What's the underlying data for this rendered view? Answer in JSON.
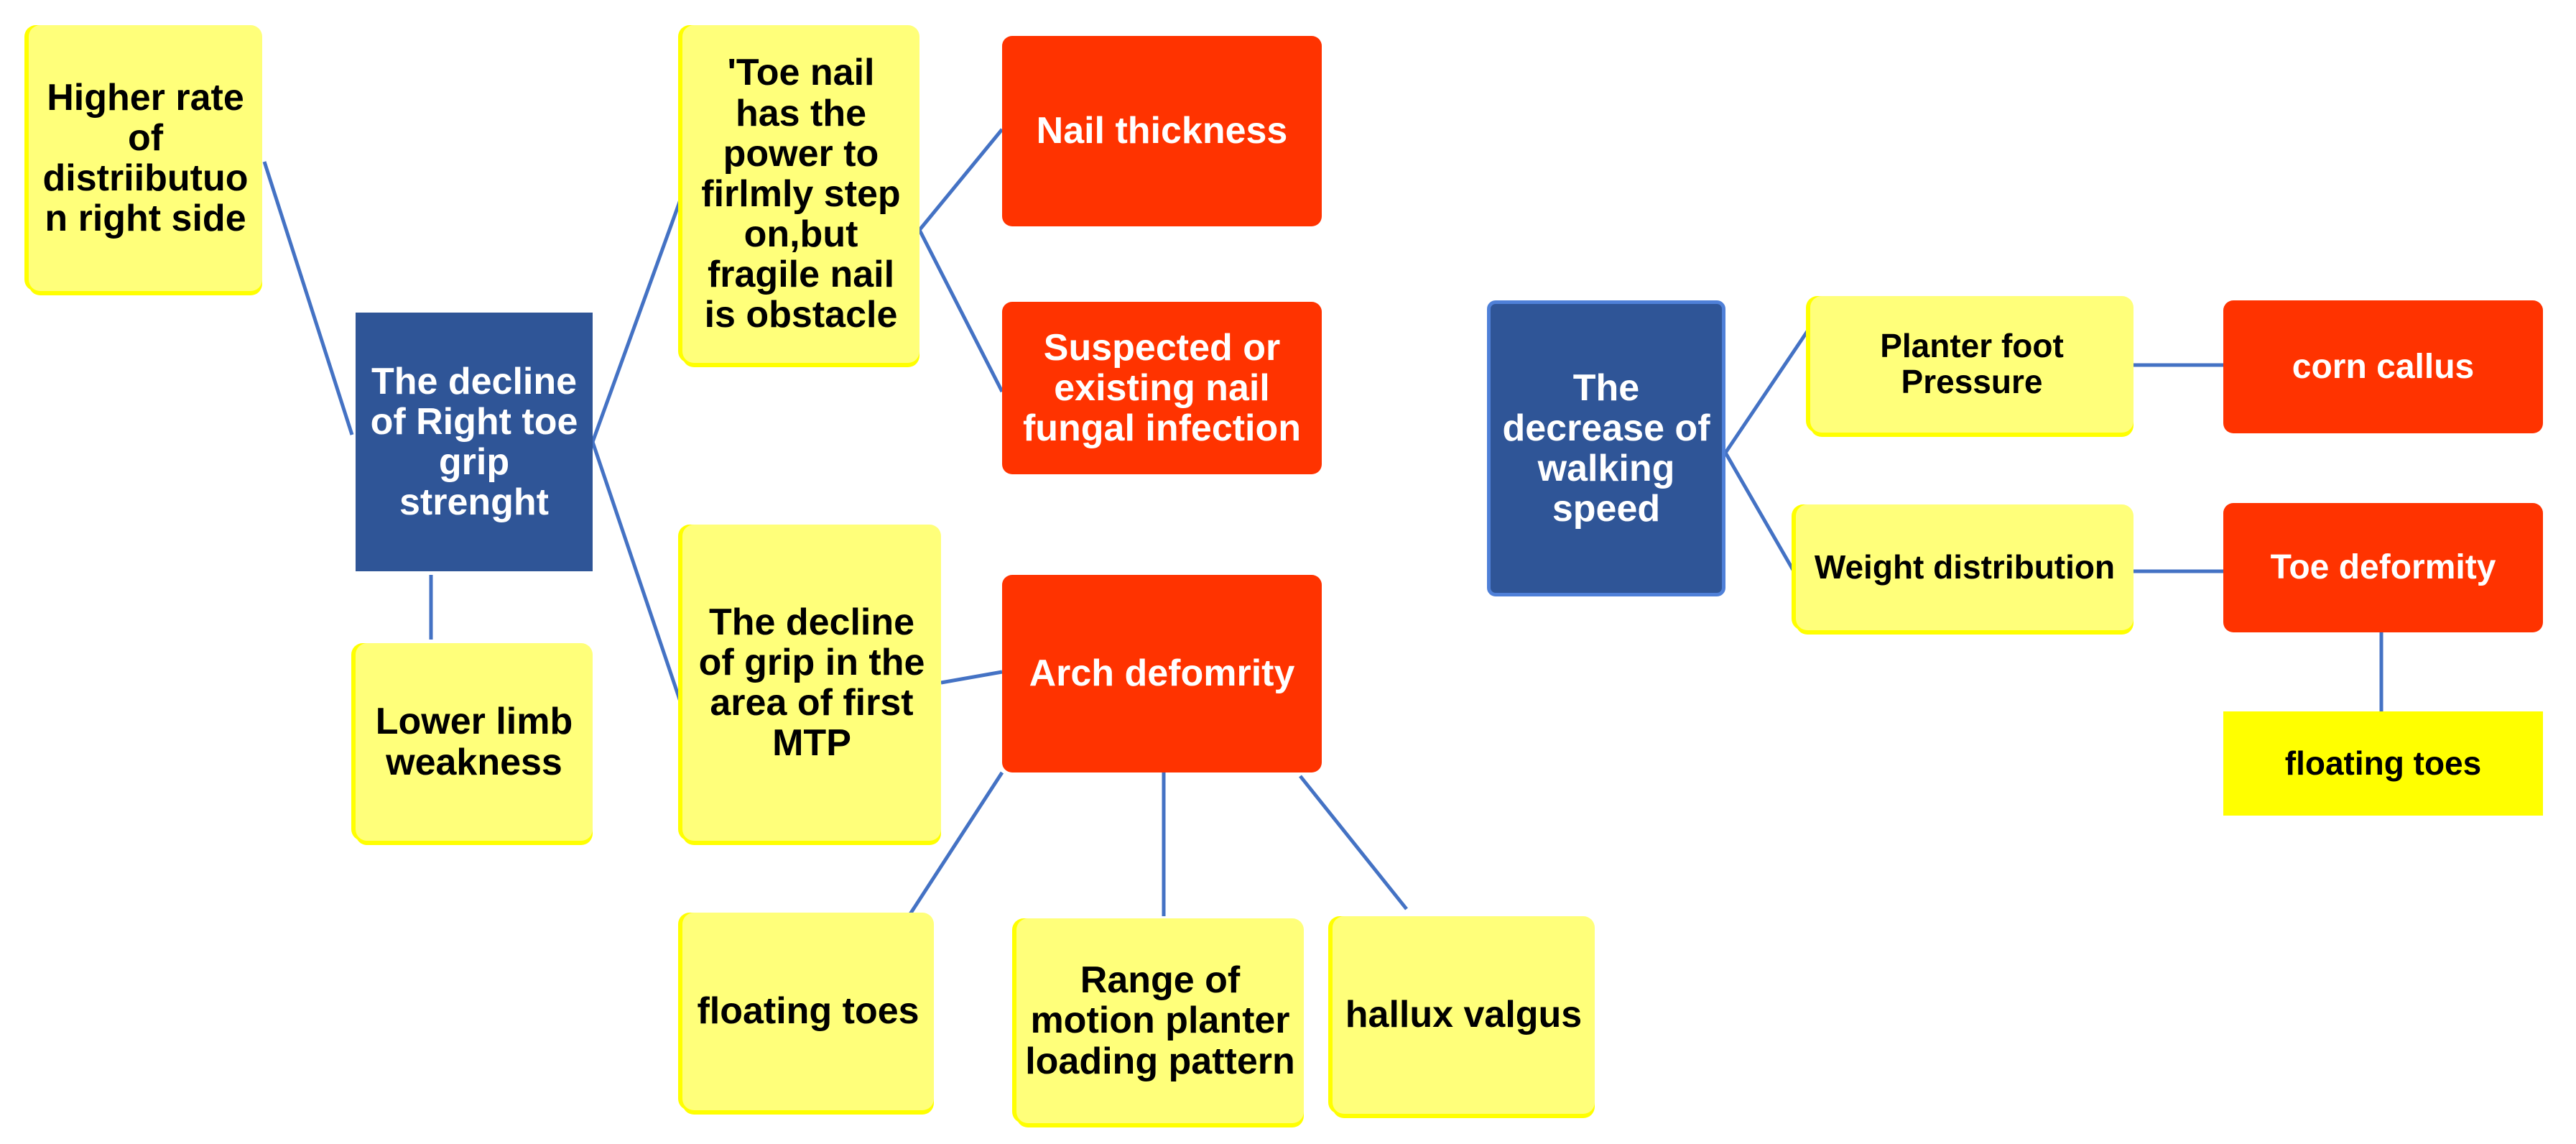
{
  "diagram": {
    "left": {
      "root": "The decline of Right toe grip strenght",
      "higher_rate": "Higher rate of distriibutuo n  right side",
      "lower_limb": "Lower limb weakness",
      "toe_nail": "'Toe nail has the power to firlmly step on,but fragile nail is obstacle",
      "grip_decline": "The decline of  grip in the area of first MTP",
      "nail_thickness": "Nail thickness",
      "fungal": "Suspected or existing nail fungal  infection",
      "arch": "Arch defomrity",
      "floating_toes": "floating toes",
      "rom": "Range of motion planter loading pattern",
      "hallux": "hallux valgus"
    },
    "right": {
      "root": "The decrease of walking speed",
      "planter": "Planter foot Pressure",
      "weight": "Weight distribution",
      "corn": "corn callus",
      "toe_deformity": "Toe deformity",
      "floating_toes": "floating toes"
    }
  },
  "colors": {
    "yellow_box": "#ffff7a",
    "yellow_edge": "#ffff00",
    "red_box": "#ff3300",
    "blue_box": "#2f5597",
    "connector": "#4472c4"
  }
}
